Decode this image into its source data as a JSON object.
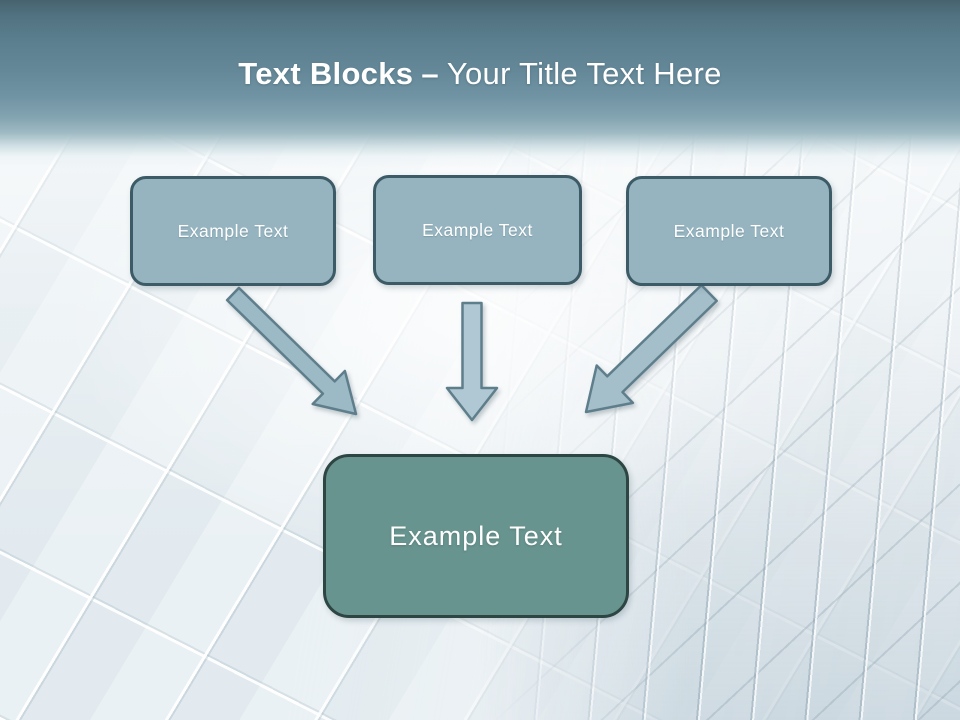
{
  "slide": {
    "title": {
      "emphasis": "Text Blocks",
      "separator": "–",
      "subtitle": "Your Title Text Here"
    },
    "diagram": {
      "top_blocks": [
        {
          "id": "block-1",
          "label": "Example Text"
        },
        {
          "id": "block-2",
          "label": "Example Text"
        },
        {
          "id": "block-3",
          "label": "Example Text"
        }
      ],
      "bottom_block": {
        "id": "block-4",
        "label": "Example Text"
      },
      "connectors": [
        {
          "from": "block-1",
          "to": "block-4",
          "type": "arrow"
        },
        {
          "from": "block-2",
          "to": "block-4",
          "type": "arrow"
        },
        {
          "from": "block-3",
          "to": "block-4",
          "type": "arrow"
        }
      ]
    },
    "colors": {
      "header_gradient_top": "#47626f",
      "header_gradient_mid": "#648898",
      "header_gradient_fade": "#9fbac3",
      "top_block_fill": "#95b4c0",
      "top_block_border": "#3d5b67",
      "bottom_block_fill": "#68948f",
      "bottom_block_border": "#2e4643",
      "arrow_fill": "#a4bfca",
      "arrow_stroke": "#5f7e8c",
      "title_text": "#ffffff",
      "block_text": "#ffffff"
    }
  }
}
